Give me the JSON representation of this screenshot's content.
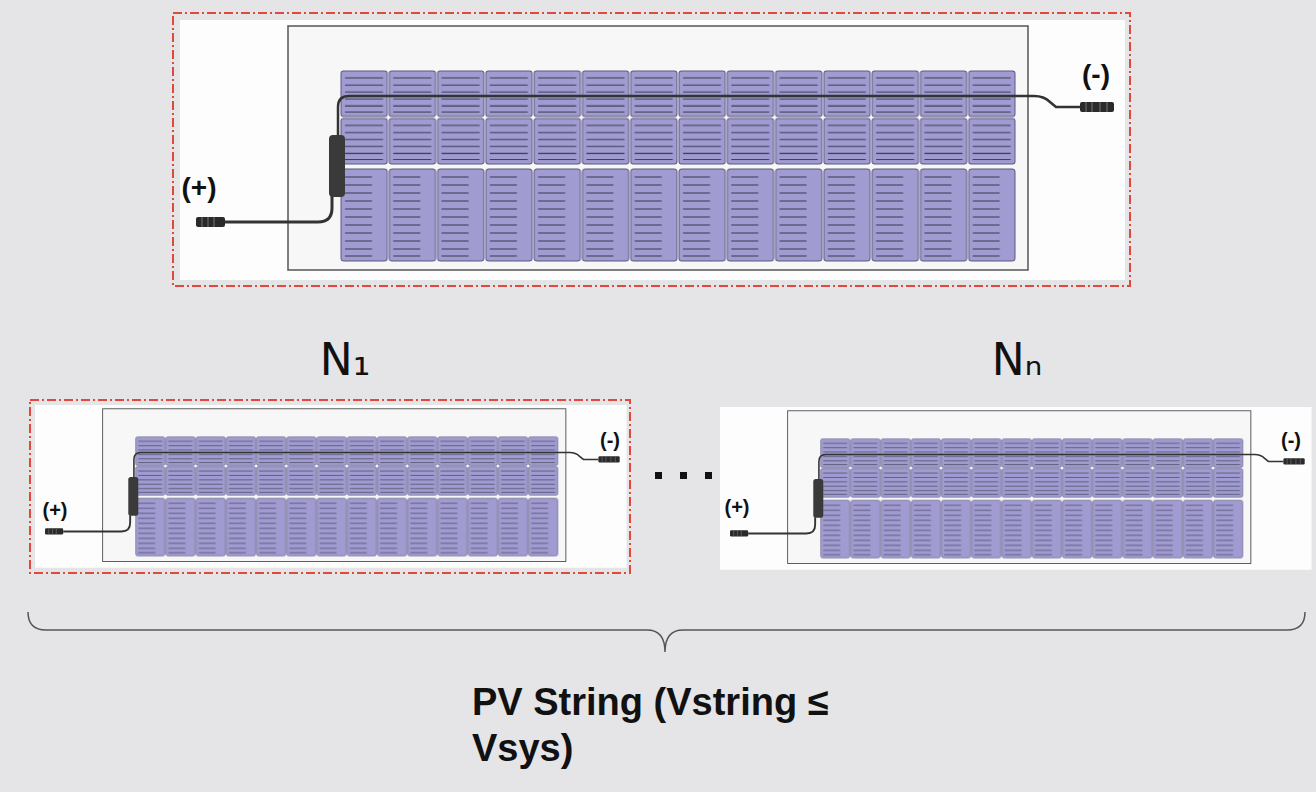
{
  "diagram": {
    "nodes": [
      {
        "text": [
          "(+)",
          "(-)"
        ]
      },
      {
        "text": [
          "N₁",
          "(+)",
          "(-)"
        ]
      },
      {
        "text": [
          "Nₙ",
          "(+)",
          "(-)"
        ]
      }
    ],
    "labels": [
      "PV String (Vstring ≤ Vsys)"
    ]
  }
}
